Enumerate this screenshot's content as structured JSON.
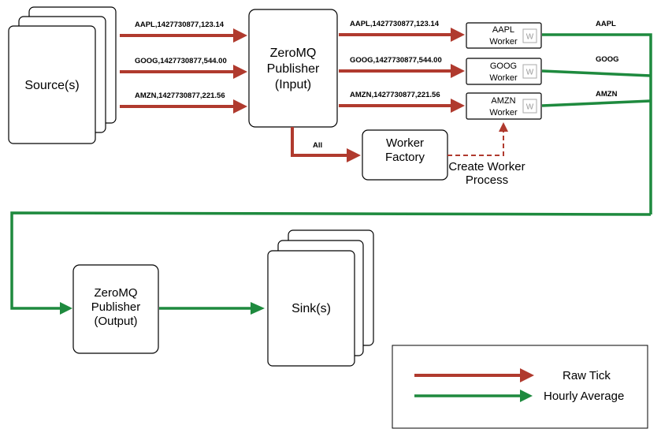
{
  "sources_label": "Source(s)",
  "publisher_input": [
    "ZeroMQ",
    "Publisher",
    "(Input)"
  ],
  "publisher_output": [
    "ZeroMQ",
    "Publisher",
    "(Output)"
  ],
  "sinks_label": "Sink(s)",
  "worker_factory": [
    "Worker",
    "Factory"
  ],
  "create_worker": [
    "Create Worker",
    "Process"
  ],
  "all_label": "All",
  "ticks": [
    "AAPL,1427730877,123.14",
    "GOOG,1427730877,544.00",
    "AMZN,1427730877,221.56"
  ],
  "workers": [
    {
      "symbol": "AAPL",
      "label": "Worker",
      "badge": "W"
    },
    {
      "symbol": "GOOG",
      "label": "Worker",
      "badge": "W"
    },
    {
      "symbol": "AMZN",
      "label": "Worker",
      "badge": "W"
    }
  ],
  "legend": {
    "raw": "Raw Tick",
    "avg": "Hourly Average"
  },
  "colors": {
    "raw": "#b03a2e",
    "avg": "#1e8a3e"
  }
}
